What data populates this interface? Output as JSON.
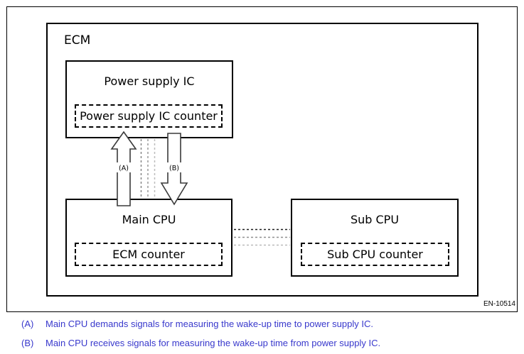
{
  "diagram": {
    "ecm_label": "ECM",
    "power_supply_box": {
      "title": "Power supply IC",
      "counter_label": "Power supply IC counter"
    },
    "main_cpu_box": {
      "title": "Main CPU",
      "counter_label": "ECM counter"
    },
    "sub_cpu_box": {
      "title": "Sub CPU",
      "counter_label": "Sub CPU counter"
    },
    "arrow_a_label": "(A)",
    "arrow_b_label": "(B)",
    "figure_id": "EN-10514"
  },
  "captions": {
    "items": [
      {
        "key": "(A)",
        "text": "Main CPU demands signals for measuring the wake-up time to power supply IC."
      },
      {
        "key": "(B)",
        "text": "Main CPU receives signals for measuring the wake-up time from power supply IC."
      }
    ]
  },
  "colors": {
    "caption_blue": "#3838cc",
    "arrow_outline": "#3a3a3a",
    "dashed_link_dark": "#1a1a1a",
    "dashed_link_mid": "#8f8f8f",
    "dashed_link_light": "#bababa"
  }
}
